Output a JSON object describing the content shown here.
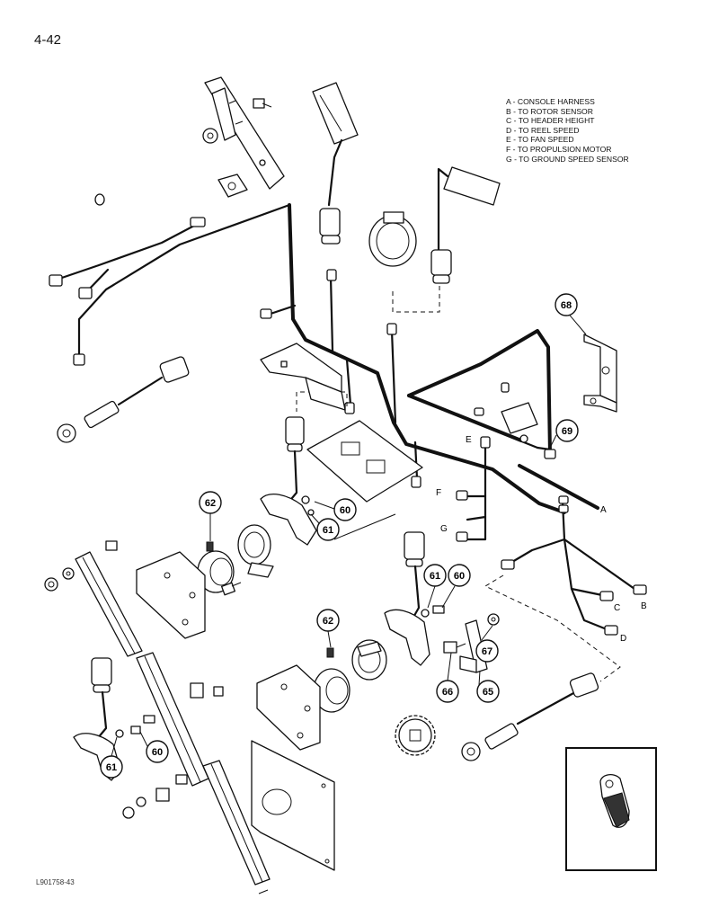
{
  "page": {
    "number": "4-42",
    "figure_code": "L901758-43"
  },
  "legend": [
    "A - CONSOLE HARNESS",
    "B - TO ROTOR SENSOR",
    "C - TO HEADER HEIGHT",
    "D - TO REEL SPEED",
    "E - TO FAN SPEED",
    "F - TO PROPULSION MOTOR",
    "G - TO GROUND SPEED SENSOR"
  ],
  "wire_labels": {
    "a": "A",
    "b": "B",
    "c": "C",
    "d": "D",
    "e": "E",
    "f": "F",
    "g": "G"
  },
  "callouts": {
    "c60a": "60",
    "c61a": "61",
    "c62a": "62",
    "c61b": "61",
    "c60b": "60",
    "c62b": "62",
    "c66": "66",
    "c65": "65",
    "c67": "67",
    "c60c": "60",
    "c61c": "61",
    "c68": "68",
    "c69": "69"
  }
}
